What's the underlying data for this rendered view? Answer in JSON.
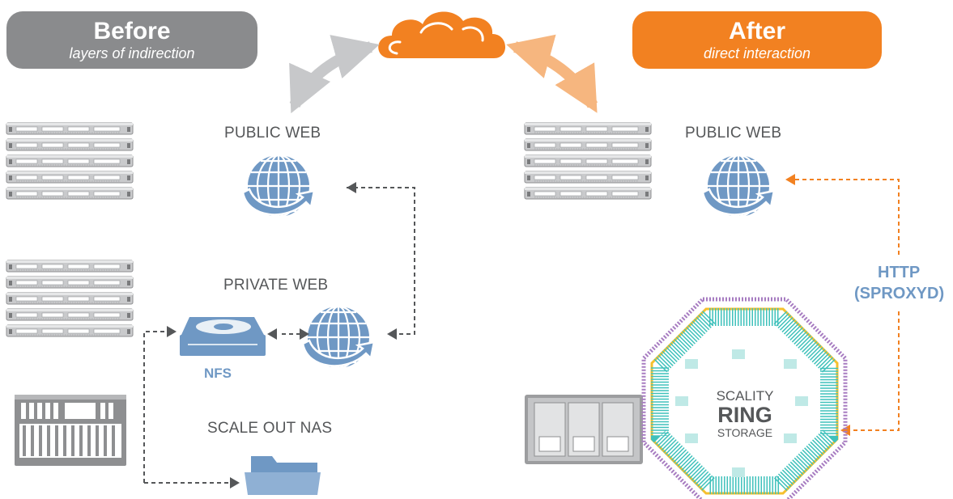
{
  "before": {
    "title": "Before",
    "subtitle": "layers of indirection"
  },
  "after": {
    "title": "After",
    "subtitle": "direct interaction"
  },
  "labels": {
    "public_web_left": "PUBLIC WEB",
    "private_web": "PRIVATE WEB",
    "nfs": "NFS",
    "scale_out_nas": "SCALE OUT NAS",
    "public_web_right": "PUBLIC WEB",
    "http": "HTTP",
    "sproxyd": "(SPROXYD)"
  },
  "ring": {
    "line1": "SCALITY",
    "line2": "RING",
    "line3": "STORAGE"
  },
  "colors": {
    "orange": "#f28121",
    "gray_badge": "#8a8b8d",
    "blue_icon": "#6f98c4",
    "label_gray": "#555759",
    "teal": "#3fc1bb",
    "purple": "#a77cc1",
    "yellow": "#f5c02e",
    "arrow_gray": "#c7c8ca",
    "arrow_orange": "#f6b67f"
  }
}
